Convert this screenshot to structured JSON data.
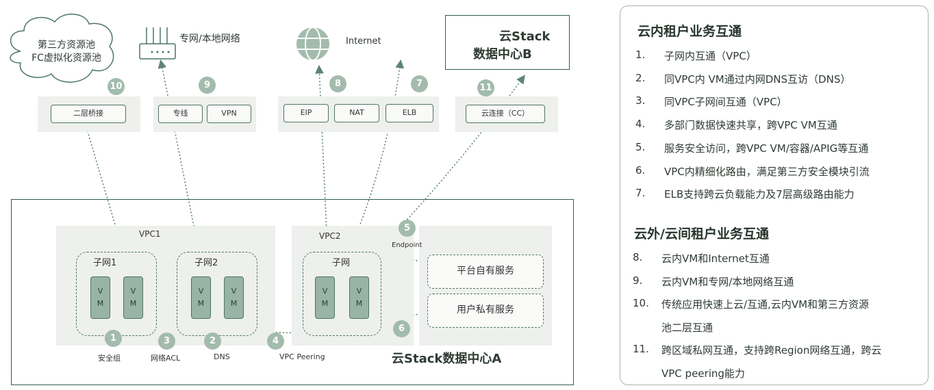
{
  "top": {
    "cloud_line1": "第三方资源池",
    "cloud_line2": "FC虚拟化资源池",
    "private_net": "专网/本地网络",
    "internet": "Internet",
    "dc_b_line1": "云Stack",
    "dc_b_line2": "数据中心B"
  },
  "gateways": {
    "l2_bridge": "二层桥接",
    "leased_line": "专线",
    "vpn": "VPN",
    "eip": "EIP",
    "nat": "NAT",
    "elb": "ELB",
    "cloud_connect": "云连接（CC）"
  },
  "badges": [
    "1",
    "2",
    "3",
    "4",
    "5",
    "6",
    "7",
    "8",
    "9",
    "10",
    "11"
  ],
  "dc_a": {
    "title": "云Stack数据中心A",
    "vpc1": "VPC1",
    "vpc2": "VPC2",
    "subnet1": "子网1",
    "subnet2": "子网2",
    "subnet": "子网",
    "vm_v": "V",
    "vm_m": "M",
    "platform_service": "平台自有服务",
    "user_service": "用户私有服务",
    "endpoint": "Endpoint"
  },
  "bottom_labels": {
    "security_group": "安全组",
    "network_acl": "网络ACL",
    "dns": "DNS",
    "vpc_peering": "VPC Peering"
  },
  "legend": {
    "section1_title": "云内租户业务互通",
    "section1_items": [
      {
        "n": "1.",
        "t": "子网内互通（VPC）"
      },
      {
        "n": "2.",
        "t": "同VPC内 VM通过内网DNS互访（DNS）"
      },
      {
        "n": "3.",
        "t": "同VPC子网间互通（VPC）"
      },
      {
        "n": "4.",
        "t": "多部门数据快速共享，跨VPC VM互通"
      },
      {
        "n": "5.",
        "t": "服务安全访问，跨VPC VM/容器/APIG等互通"
      },
      {
        "n": "6.",
        "t": "VPC内精细化路由，满足第三方安全模块引流"
      },
      {
        "n": "7.",
        "t": "ELB支持跨云负载能力及7层高级路由能力"
      }
    ],
    "section2_title": "云外/云间租户业务互通",
    "section2_items": [
      {
        "n": "8.",
        "t": "云内VM和Internet互通"
      },
      {
        "n": "9.",
        "t": "云内VM和专网/本地网络互通"
      },
      {
        "n": "10.",
        "t": "传统应用快速上云/互通,云内VM和第三方资源"
      },
      {
        "n": "",
        "t": "池二层互通"
      },
      {
        "n": "11.",
        "t": "跨区域私网互通，支持跨Region网络互通，跨云"
      },
      {
        "n": "",
        "t": "VPC peering能力"
      }
    ]
  },
  "colors": {
    "accent": "#2f5d4b",
    "vm_fill": "#98b4a5",
    "badge": "#a3bbad",
    "panel": "#eef0ed"
  }
}
